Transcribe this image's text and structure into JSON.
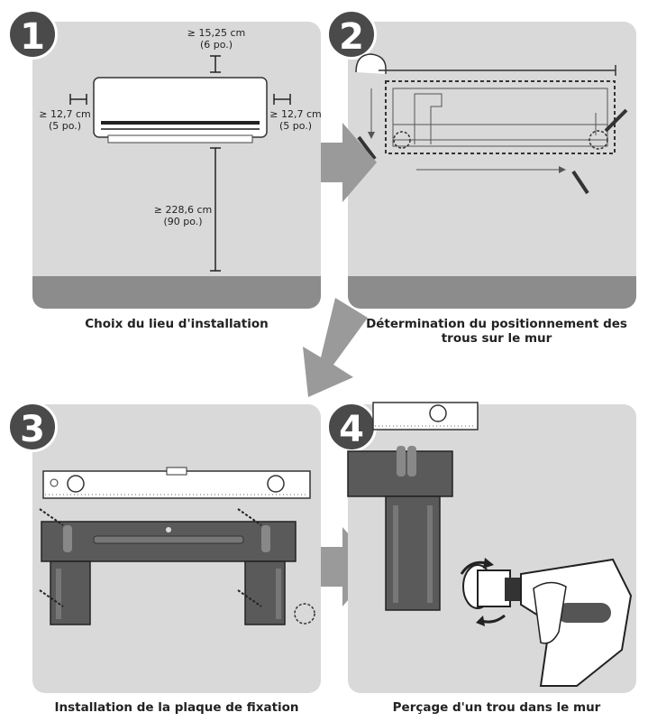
{
  "steps": [
    {
      "number": "1",
      "caption": "Choix du lieu d'installation"
    },
    {
      "number": "2",
      "caption_line1": "Détermination du positionnement des",
      "caption_line2": "trous sur le mur"
    },
    {
      "number": "3",
      "caption": "Installation de la plaque de fixation"
    },
    {
      "number": "4",
      "caption": "Perçage d'un trou dans le mur"
    }
  ],
  "dimensions": {
    "top_cm": "≥ 15,25 cm",
    "top_in": "(6 po.)",
    "left_cm": "≥ 12,7 cm",
    "left_in": "(5 po.)",
    "right_cm": "≥ 12,7 cm",
    "right_in": "(5 po.)",
    "bottom_cm": "≥ 228,6 cm",
    "bottom_in": "(90 po.)"
  },
  "colors": {
    "panel": "#d9d9d9",
    "floor": "#8c8c8c",
    "badge": "#4a4a4a",
    "arrow": "#9a9a9a",
    "plate": "#5a5a5a"
  }
}
